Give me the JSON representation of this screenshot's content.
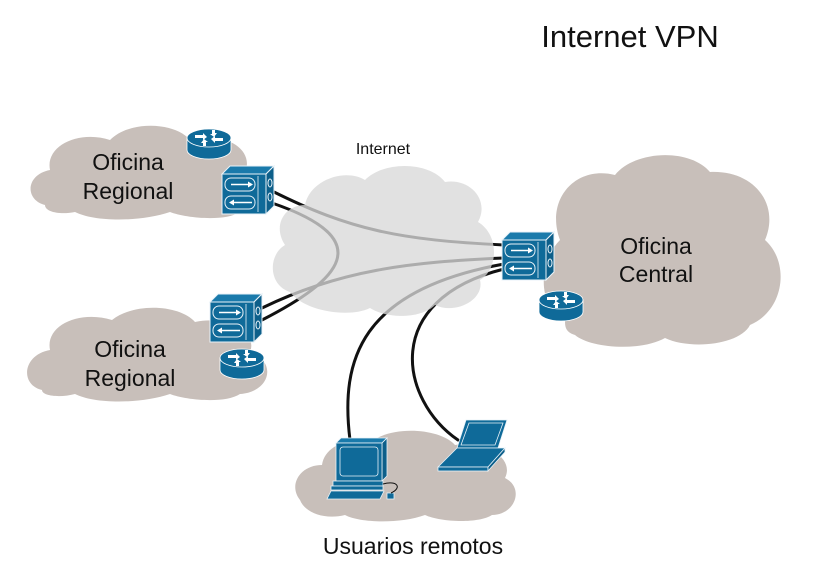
{
  "title": "Internet VPN",
  "colors": {
    "office_cloud": "#c8bfba",
    "internet_cloud": "#d9d9d9",
    "device_blue": "#0f6a99",
    "device_edge": "#e8f2f8",
    "link_line": "#111111"
  },
  "nodes": {
    "internet": {
      "label": "Internet"
    },
    "regional_top": {
      "label_line1": "Oficina",
      "label_line2": "Regional",
      "devices": [
        "router-icon",
        "vpn-firewall-icon"
      ]
    },
    "regional_bottom": {
      "label_line1": "Oficina",
      "label_line2": "Regional",
      "devices": [
        "vpn-firewall-icon",
        "router-icon"
      ]
    },
    "central": {
      "label_line1": "Oficina",
      "label_line2": "Central",
      "devices": [
        "vpn-firewall-icon",
        "router-icon"
      ]
    },
    "remote_users": {
      "label": "Usuarios remotos",
      "devices": [
        "desktop-computer-icon",
        "laptop-icon"
      ]
    }
  },
  "links": [
    {
      "from": "regional_top",
      "to": "central"
    },
    {
      "from": "regional_top",
      "to": "regional_bottom"
    },
    {
      "from": "regional_bottom",
      "to": "central"
    },
    {
      "from": "remote_users.desktop",
      "to": "central"
    },
    {
      "from": "remote_users.laptop",
      "to": "central"
    }
  ]
}
